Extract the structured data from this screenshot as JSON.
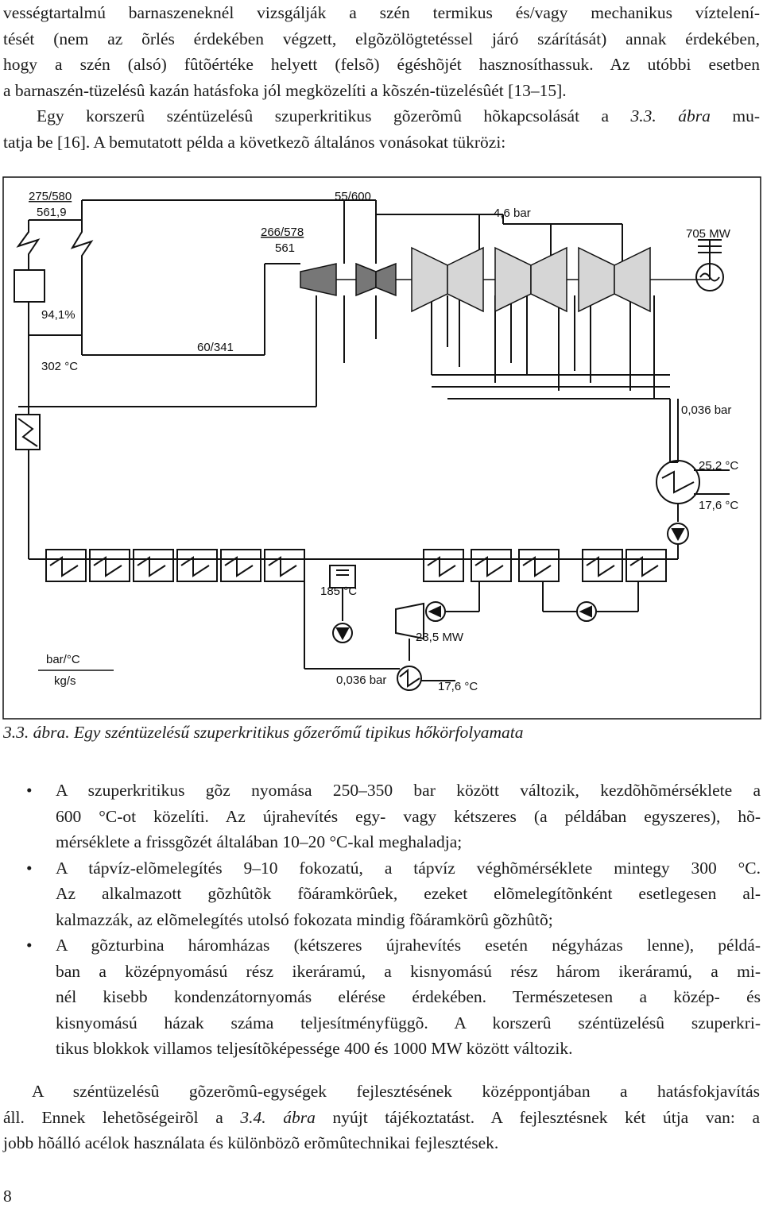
{
  "intro_lines": [
    "vességtartalmú barnaszeneknél vizsgálják a szén termikus és/vagy mechanikus víztelení-",
    "tését (nem az õrlés érdekében végzett, elgõzölögtetéssel járó szárítását) annak érdekében,",
    "hogy a szén (alsó) fûtõértéke helyett (felsõ) égéshõjét hasznosíthassuk. Az utóbbi esetben",
    "a barnaszén-tüzelésû kazán hatásfoka jól megközelíti a kõszén-tüzelésûét [13–15]."
  ],
  "intro2": {
    "line1_before": "Egy korszerû széntüzelésû szuperkritikus gõzerõmû hõkapcsolását a ",
    "line1_ref": "3.3. ábra",
    "line1_after": " mu-",
    "line2": "tatja be [16]. A bemutatott példa a következõ általános vonásokat tükrözi:"
  },
  "figure": {
    "labels": {
      "hp_inlet_1": "275/580",
      "hp_inlet_2": "561,9",
      "ip_pressure": "55/600",
      "lp_pressure": "4,6 bar",
      "reheat_1": "266/578",
      "reheat_2": "561",
      "power": "705 MW",
      "efficiency": "94,1%",
      "feed_temp": "302 °C",
      "reheat_line": "60/341",
      "cond_pressure": "0,036 bar",
      "cw_out": "25,2 °C",
      "cw_in": "17,6 °C",
      "deaerator_temp": "185 °C",
      "pump_power": "23,5 MW",
      "aux_cond_pressure": "0,036 bar",
      "aux_cw_temp": "17,6 °C",
      "legend_top": "bar/°C",
      "legend_bottom": "kg/s"
    },
    "icons": [
      "boiler-icon",
      "superheater-icon",
      "hp-turbine-icon",
      "ip-turbine-icon",
      "lp-turbine-icon",
      "generator-icon",
      "condenser-icon",
      "pump-icon",
      "feedwater-heater-icon",
      "deaerator-icon",
      "feed-pump-turbine-icon"
    ]
  },
  "caption": "3.3. ábra. Egy széntüzelésű szuperkritikus gőzerőmű tipikus hőkörfolyamata",
  "bullets": [
    {
      "lines": [
        "A szuperkritikus gõz nyomása 250–350 bar között változik, kezdõhõmérséklete a",
        "600 °C-ot közelíti. Az újrahevítés egy- vagy kétszeres (a példában egyszeres), hõ-",
        "mérséklete a frissgõzét általában 10–20 °C-kal meghaladja;"
      ]
    },
    {
      "lines": [
        "A tápvíz-elõmelegítés 9–10 fokozatú, a tápvíz véghõmérséklete mintegy 300 °C.",
        "Az alkalmazott gõzhûtõk fõáramkörûek, ezeket elõmelegítõnként esetlegesen al-",
        "kalmazzák, az elõmelegítés utolsó fokozata mindig fõáramkörû gõzhûtõ;"
      ]
    },
    {
      "lines": [
        "A gõzturbina háromházas (kétszeres újrahevítés esetén négyházas lenne), példá-",
        "ban a középnyomású rész ikeráramú, a kisnyomású rész három ikeráramú, a mi-",
        "nél kisebb kondenzátornyomás elérése érdekében. Természetesen a közép- és",
        "kisnyomású házak száma teljesítményfüggõ. A korszerû széntüzelésû szuperkri-",
        "tikus blokkok villamos teljesítõképessége 400 és 1000 MW között változik."
      ]
    }
  ],
  "bullet_char": "•",
  "closing": {
    "line1": "A széntüzelésû gõzerõmû-egységek fejlesztésének középpontjában a hatásfokjavítás",
    "line2_before": "áll. Ennek lehetõségeirõl a ",
    "line2_ref": "3.4. ábra",
    "line2_after": " nyújt tájékoztatást. A fejlesztésnek két útja van: a",
    "line3": "jobb hõálló acélok használata és különbözõ erõmûtechnikai fejlesztések."
  },
  "page_number": "8"
}
